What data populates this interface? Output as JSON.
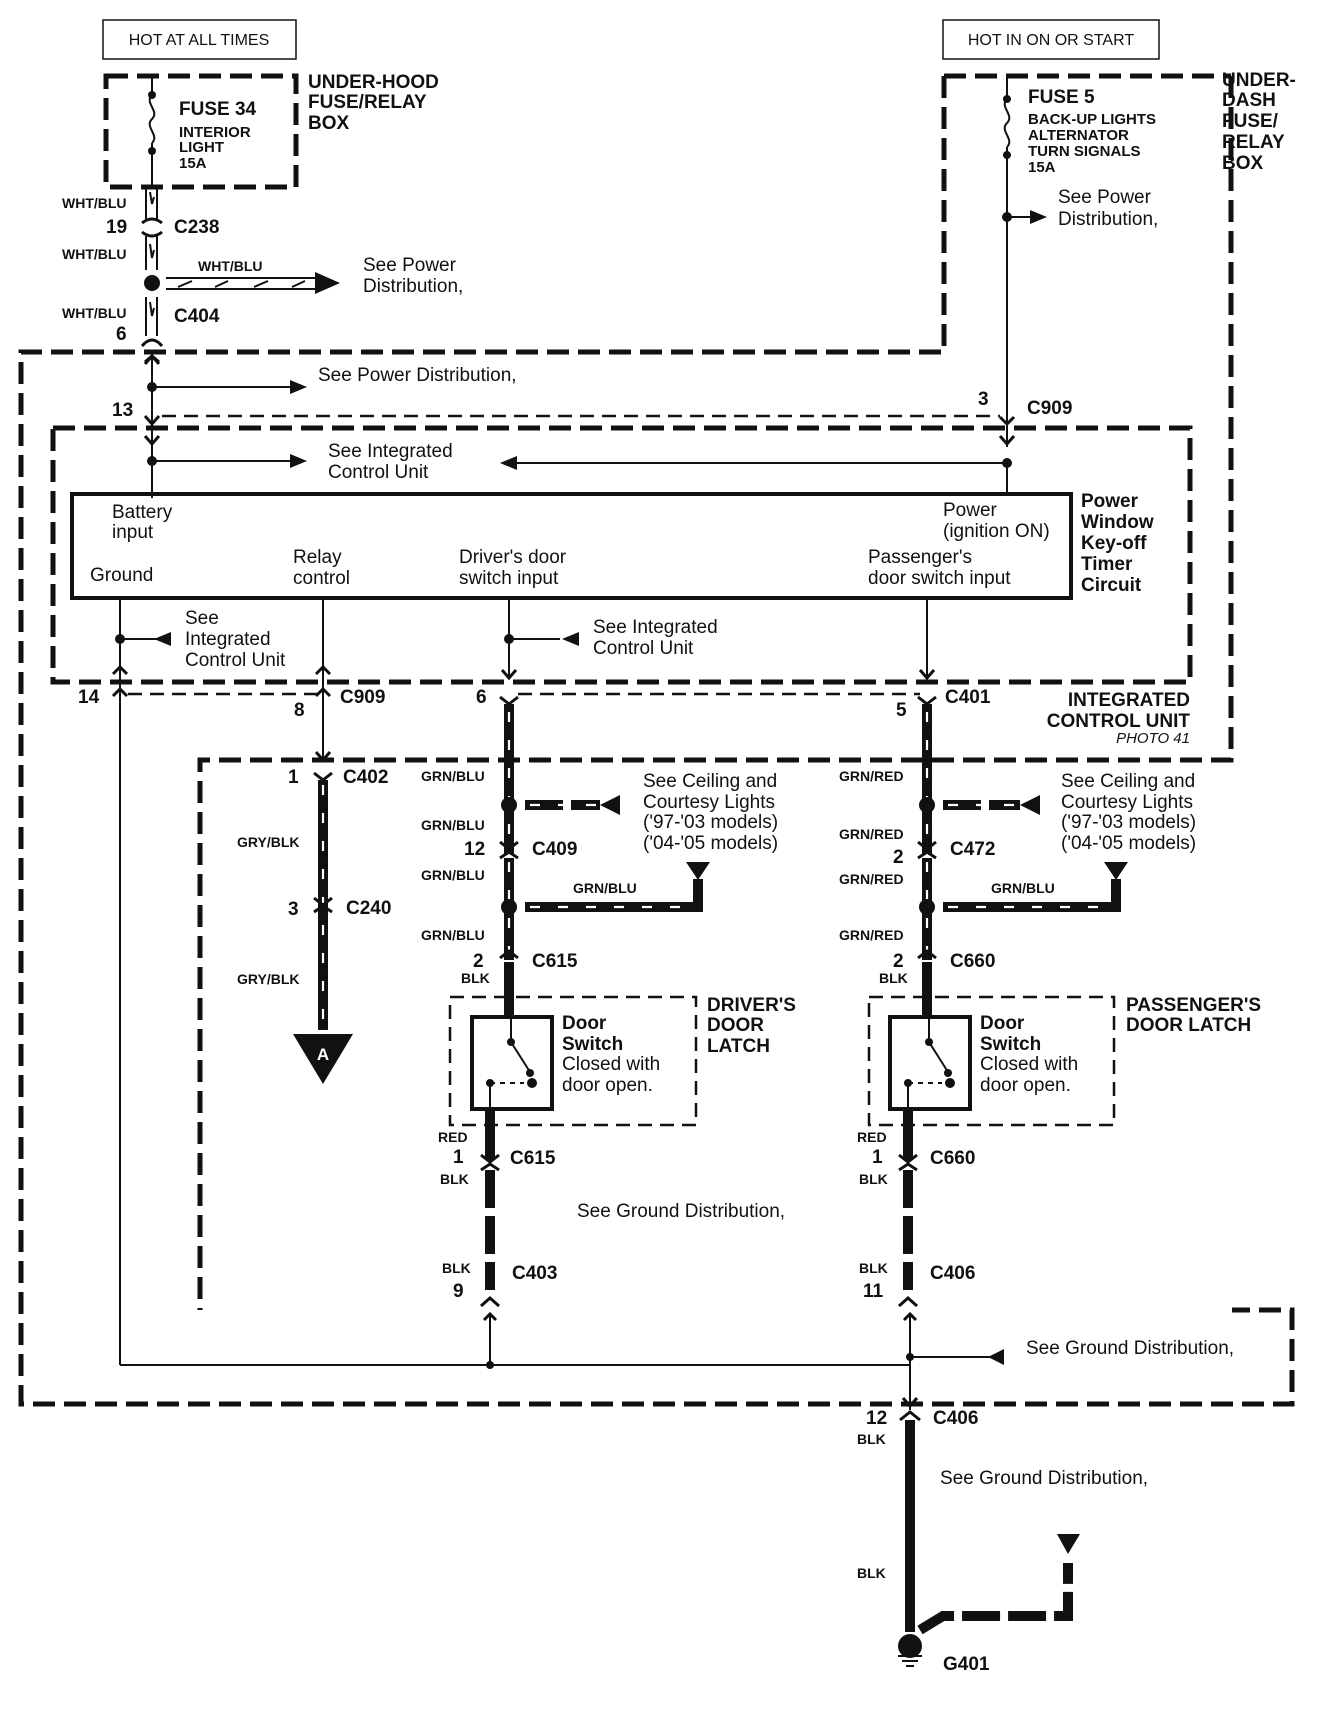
{
  "title": "Power Window Key-off Timer Circuit wiring diagram",
  "headers": {
    "left": "HOT AT ALL TIMES",
    "right": "HOT IN ON OR START"
  },
  "under_hood_box": {
    "label_lines": [
      "UNDER-HOOD",
      "FUSE/RELAY",
      "BOX"
    ],
    "fuse_name": "FUSE 34",
    "fuse_desc": [
      "INTERIOR",
      "LIGHT",
      "15A"
    ]
  },
  "under_dash_box": {
    "label_lines": [
      "UNDER-",
      "DASH",
      "FUSE/",
      "RELAY",
      "BOX"
    ],
    "fuse_name": "FUSE 5",
    "fuse_desc": [
      "BACK-UP LIGHTS",
      "ALTERNATOR",
      "TURN SIGNALS",
      "15A"
    ],
    "note_lines": [
      "See Power",
      "Distribution,"
    ]
  },
  "left_feed": {
    "wire1": "WHT/BLU",
    "c238_pin": "19",
    "c238": "C238",
    "wire2": "WHT/BLU",
    "branch_wire": "WHT/BLU",
    "branch_note": [
      "See Power",
      "Distribution,"
    ],
    "wire3": "WHT/BLU",
    "c404_pin": "6",
    "c404": "C404",
    "power_note": "See Power Distribution,",
    "c909_pin_left": "13"
  },
  "right_feed": {
    "c909_pin": "3",
    "c909": "C909"
  },
  "icu": {
    "see_icu_top": [
      "See Integrated",
      "Control Unit"
    ],
    "module_title": [
      "Power",
      "Window",
      "Key-off",
      "Timer",
      "Circuit"
    ],
    "pins": {
      "battery": [
        "Battery",
        "input"
      ],
      "power": [
        "Power",
        "(ignition ON)"
      ],
      "ground": "Ground",
      "relay": [
        "Relay",
        "control"
      ],
      "driver": [
        "Driver's door",
        "switch input"
      ],
      "passenger": [
        "Passenger's",
        "door switch input"
      ]
    },
    "see_icu_left": [
      "See",
      "Integrated",
      "Control Unit"
    ],
    "see_icu_mid": [
      "See Integrated",
      "Control Unit"
    ],
    "label_lines": [
      "INTEGRATED",
      "CONTROL UNIT"
    ],
    "photo": "PHOTO 41",
    "bottom_pins": {
      "ground_pin": "14",
      "relay_pin": "8",
      "c909": "C909",
      "driver_pin": "6",
      "passenger_pin": "5",
      "c401": "C401"
    }
  },
  "relay_branch": {
    "c402_pin": "1",
    "c402": "C402",
    "wire1": "GRY/BLK",
    "c240_pin": "3",
    "c240": "C240",
    "wire2": "GRY/BLK",
    "offpage": "A"
  },
  "driver_branch": {
    "wire_a": "GRN/BLU",
    "wire_b": "GRN/BLU",
    "c409_pin": "12",
    "c409": "C409",
    "wire_c": "GRN/BLU",
    "branch_wire": "GRN/BLU",
    "wire_d": "GRN/BLU",
    "c615_top_pin": "2",
    "c615_top": "C615",
    "wire_e": "BLK",
    "ceiling_note": [
      "See Ceiling and",
      "Courtesy Lights",
      "('97-'03 models)",
      "('04-'05 models)"
    ],
    "switch": [
      "Door",
      "Switch",
      "Closed with",
      "door open."
    ],
    "latch_label": [
      "DRIVER'S",
      "DOOR",
      "LATCH"
    ],
    "wire_f": "RED",
    "c615_bot_pin": "1",
    "c615_bot": "C615",
    "wire_g": "BLK",
    "ground_note": "See Ground Distribution,",
    "wire_h": "BLK",
    "c403_pin": "9",
    "c403": "C403"
  },
  "passenger_branch": {
    "wire_a": "GRN/RED",
    "wire_b": "GRN/RED",
    "c472_pin": "2",
    "c472": "C472",
    "wire_c": "GRN/RED",
    "branch_wire": "GRN/BLU",
    "wire_d": "GRN/RED",
    "c660_top_pin": "2",
    "c660_top": "C660",
    "wire_e": "BLK",
    "ceiling_note": [
      "See Ceiling and",
      "Courtesy Lights",
      "('97-'03 models)",
      "('04-'05 models)"
    ],
    "switch": [
      "Door",
      "Switch",
      "Closed with",
      "door open."
    ],
    "latch_label": [
      "PASSENGER'S",
      "DOOR LATCH"
    ],
    "wire_f": "RED",
    "c660_bot_pin": "1",
    "c660_bot": "C660",
    "wire_g": "BLK",
    "wire_h": "BLK",
    "c406_pin": "11",
    "c406": "C406"
  },
  "ground": {
    "bus_note": "See Ground Distribution,",
    "c406_pin": "12",
    "c406": "C406",
    "wire1": "BLK",
    "note": "See Ground Distribution,",
    "wire2": "BLK",
    "ground_point": "G401"
  }
}
